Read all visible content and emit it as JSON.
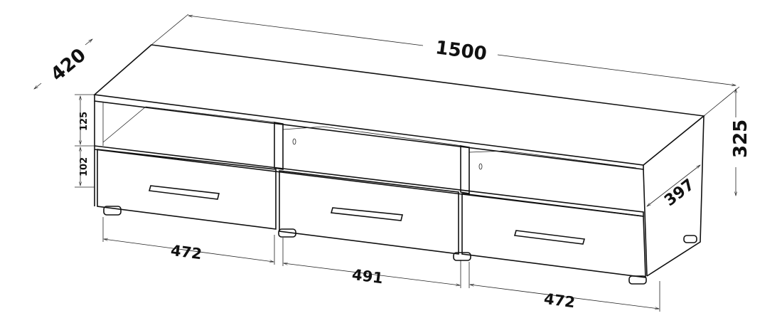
{
  "dimensions": {
    "length": "1500",
    "depth": "420",
    "height": "325",
    "shelf_height": "125",
    "drawer_height": "102",
    "inner_depth": "397",
    "left_width": "472",
    "middle_width": "491",
    "right_width": "472"
  },
  "colors": {
    "line": "#111111",
    "background": "#ffffff"
  }
}
